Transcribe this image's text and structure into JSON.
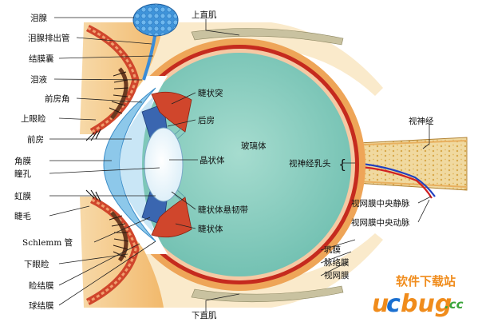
{
  "colors": {
    "vitreous": "#8fd0c4",
    "sclera": "#e8a050",
    "choroid": "#c0281c",
    "retina": "#f3c5a0",
    "lens": "#f4faff",
    "cornea": "#a8d8f0",
    "lacrimal_gland": "#4aa0e0",
    "skin": "#f5c98a",
    "muscle": "#b8b8a0",
    "watermark_orange": "#f08c1c",
    "watermark_blue": "#1a6fd0",
    "watermark_green": "#3aa43a"
  },
  "labels": {
    "lacrimal_gland": "泪腺",
    "lacrimal_duct": "泪腺排出管",
    "conjunctival_sac": "结膜囊",
    "tears": "泪液",
    "anterior_chamber_angle": "前房角",
    "upper_eyelid": "上眼睑",
    "anterior_chamber": "前房",
    "cornea": "角膜",
    "pupil": "瞳孔",
    "iris": "虹膜",
    "eyelashes": "睫毛",
    "schlemm_canal": "Schlemm 管",
    "lower_eyelid": "下眼睑",
    "palpebral_conjunctiva": "睑结膜",
    "bulbar_conjunctiva": "球结膜",
    "superior_rectus": "上直肌",
    "ciliary_process": "睫状突",
    "posterior_chamber": "后房",
    "vitreous_body": "玻璃体",
    "lens": "晶状体",
    "optic_disc": "视神经乳头",
    "optic_nerve": "视神经",
    "zonular_fibers": "睫状体悬韧带",
    "ciliary_body": "睫状体",
    "central_retinal_vein": "视网膜中央静脉",
    "central_retinal_artery": "视网膜中央动脉",
    "sclera": "巩膜",
    "choroid": "脉络膜",
    "retina": "视网膜",
    "inferior_rectus": "下直肌"
  },
  "watermark": {
    "site_name": "软件下载站",
    "brand_u": "u",
    "brand_c": "c",
    "brand_bug": "bug",
    "brand_tld": ".cc"
  }
}
